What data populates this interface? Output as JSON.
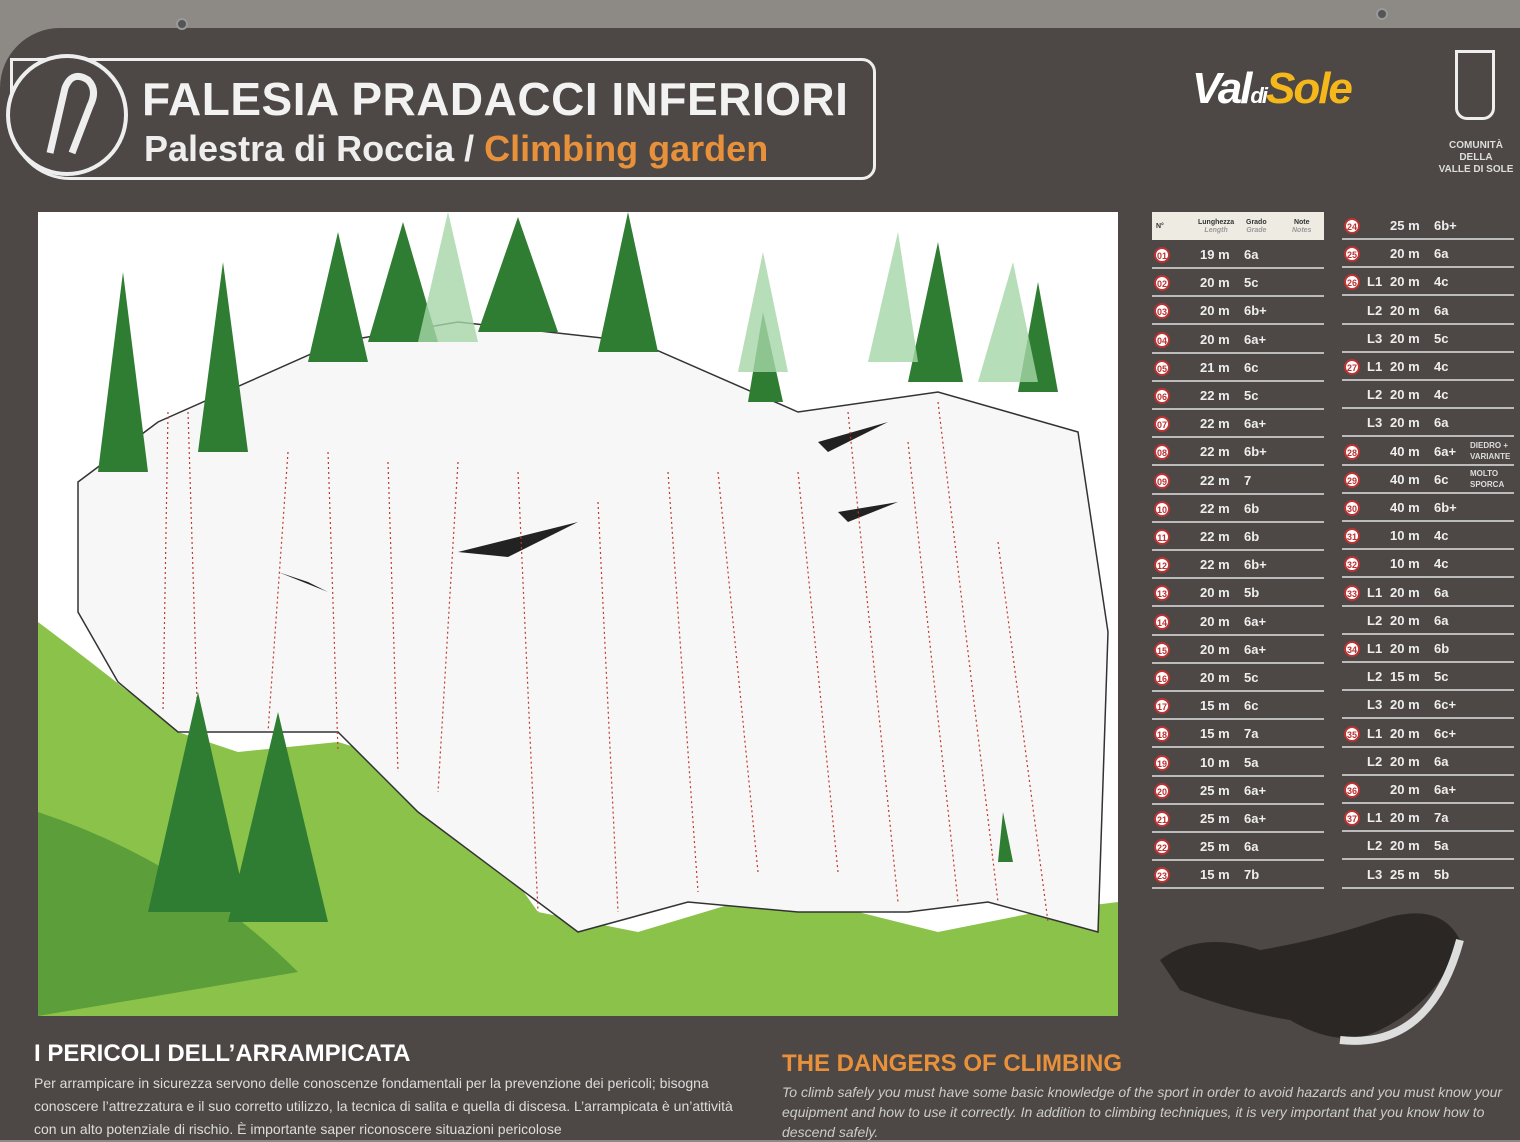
{
  "header": {
    "title": "FALESIA PRADACCI INFERIORI",
    "subtitle_it": "Palestra di Roccia /",
    "subtitle_en": "Climbing garden"
  },
  "brand": {
    "name_a": "Val",
    "name_b": "di",
    "name_c": "Sole"
  },
  "community": {
    "line1": "COMUNITÀ",
    "line2": "DELLA",
    "line3": "VALLE DI SOLE"
  },
  "table": {
    "headers": {
      "num": "N°",
      "length": "Lunghezza",
      "length_en": "Length",
      "grade": "Grado",
      "grade_en": "Grade",
      "note": "Note",
      "note_en": "Notes"
    },
    "left": [
      {
        "n": "01",
        "len": "19 m",
        "gr": "6a"
      },
      {
        "n": "02",
        "len": "20 m",
        "gr": "5c"
      },
      {
        "n": "03",
        "len": "20 m",
        "gr": "6b+"
      },
      {
        "n": "04",
        "len": "20 m",
        "gr": "6a+"
      },
      {
        "n": "05",
        "len": "21 m",
        "gr": "6c"
      },
      {
        "n": "06",
        "len": "22 m",
        "gr": "5c"
      },
      {
        "n": "07",
        "len": "22 m",
        "gr": "6a+"
      },
      {
        "n": "08",
        "len": "22 m",
        "gr": "6b+"
      },
      {
        "n": "09",
        "len": "22 m",
        "gr": "7"
      },
      {
        "n": "10",
        "len": "22 m",
        "gr": "6b"
      },
      {
        "n": "11",
        "len": "22 m",
        "gr": "6b"
      },
      {
        "n": "12",
        "len": "22 m",
        "gr": "6b+"
      },
      {
        "n": "13",
        "len": "20 m",
        "gr": "5b"
      },
      {
        "n": "14",
        "len": "20 m",
        "gr": "6a+"
      },
      {
        "n": "15",
        "len": "20 m",
        "gr": "6a+"
      },
      {
        "n": "16",
        "len": "20 m",
        "gr": "5c"
      },
      {
        "n": "17",
        "len": "15 m",
        "gr": "6c"
      },
      {
        "n": "18",
        "len": "15 m",
        "gr": "7a"
      },
      {
        "n": "19",
        "len": "10 m",
        "gr": "5a"
      },
      {
        "n": "20",
        "len": "25 m",
        "gr": "6a+"
      },
      {
        "n": "21",
        "len": "25 m",
        "gr": "6a+"
      },
      {
        "n": "22",
        "len": "25 m",
        "gr": "6a"
      },
      {
        "n": "23",
        "len": "15 m",
        "gr": "7b"
      }
    ],
    "right": [
      {
        "n": "24",
        "p": "",
        "len": "25 m",
        "gr": "6b+"
      },
      {
        "n": "25",
        "p": "",
        "len": "20 m",
        "gr": "6a"
      },
      {
        "n": "26",
        "p": "L1",
        "len": "20 m",
        "gr": "4c"
      },
      {
        "n": "",
        "p": "L2",
        "len": "20 m",
        "gr": "6a"
      },
      {
        "n": "",
        "p": "L3",
        "len": "20 m",
        "gr": "5c"
      },
      {
        "n": "27",
        "p": "L1",
        "len": "20 m",
        "gr": "4c"
      },
      {
        "n": "",
        "p": "L2",
        "len": "20 m",
        "gr": "4c"
      },
      {
        "n": "",
        "p": "L3",
        "len": "20 m",
        "gr": "6a"
      },
      {
        "n": "28",
        "p": "",
        "len": "40 m",
        "gr": "6a+",
        "note": "DIEDRO + VARIANTE"
      },
      {
        "n": "29",
        "p": "",
        "len": "40 m",
        "gr": "6c",
        "note": "MOLTO SPORCA"
      },
      {
        "n": "30",
        "p": "",
        "len": "40 m",
        "gr": "6b+"
      },
      {
        "n": "31",
        "p": "",
        "len": "10 m",
        "gr": "4c"
      },
      {
        "n": "32",
        "p": "",
        "len": "10 m",
        "gr": "4c"
      },
      {
        "n": "33",
        "p": "L1",
        "len": "20 m",
        "gr": "6a"
      },
      {
        "n": "",
        "p": "L2",
        "len": "20 m",
        "gr": "6a"
      },
      {
        "n": "34",
        "p": "L1",
        "len": "20 m",
        "gr": "6b"
      },
      {
        "n": "",
        "p": "L2",
        "len": "15 m",
        "gr": "5c"
      },
      {
        "n": "",
        "p": "L3",
        "len": "20 m",
        "gr": "6c+"
      },
      {
        "n": "35",
        "p": "L1",
        "len": "20 m",
        "gr": "6c+"
      },
      {
        "n": "",
        "p": "L2",
        "len": "20 m",
        "gr": "6a"
      },
      {
        "n": "36",
        "p": "",
        "len": "20 m",
        "gr": "6a+"
      },
      {
        "n": "37",
        "p": "L1",
        "len": "20 m",
        "gr": "7a"
      },
      {
        "n": "",
        "p": "L2",
        "len": "20 m",
        "gr": "5a"
      },
      {
        "n": "",
        "p": "L3",
        "len": "25 m",
        "gr": "5b"
      }
    ]
  },
  "dangers_it": {
    "title": "I PERICOLI DELL’ARRAMPICATA",
    "text": "Per arrampicare in sicurezza servono delle conoscenze fondamentali per la prevenzione dei pericoli; bisogna conoscere l’attrezzatura e il suo corretto utilizzo, la tecnica di salita e quella di discesa. L’arrampicata è un’attività con un alto potenziale di rischio. È importante saper riconoscere situazioni pericolose"
  },
  "dangers_en": {
    "title": "THE DANGERS OF CLIMBING",
    "text": "To climb safely you must have some basic knowledge of the sport in order to avoid hazards and you must know your equipment and how to use it correctly. In addition to climbing techniques, it is very important that you know how to descend safely."
  },
  "colors": {
    "board": "#4d4845",
    "accent": "#e8913a",
    "route": "#c0392b",
    "grass": "#7cb342"
  }
}
